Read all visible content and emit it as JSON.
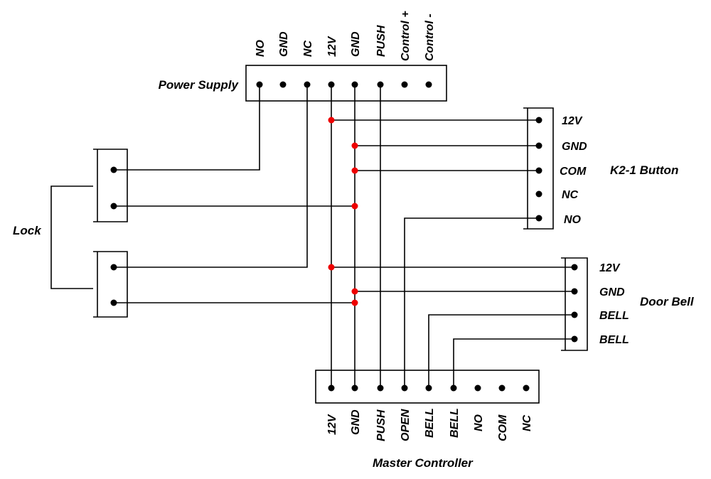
{
  "power_supply": {
    "title": "Power Supply",
    "pins": [
      "NO",
      "GND",
      "NC",
      "12V",
      "GND",
      "PUSH",
      "Control +",
      "Control -"
    ]
  },
  "k2_button": {
    "title": "K2-1 Button",
    "pins": [
      "12V",
      "GND",
      "COM",
      "NC",
      "NO"
    ]
  },
  "door_bell": {
    "title": "Door Bell",
    "pins": [
      "12V",
      "GND",
      "BELL",
      "BELL"
    ]
  },
  "lock": {
    "title": "Lock"
  },
  "master_controller": {
    "title": "Master Controller",
    "pins": [
      "12V",
      "GND",
      "PUSH",
      "OPEN",
      "BELL",
      "BELL",
      "NO",
      "COM",
      "NC"
    ]
  },
  "colors": {
    "wire": "#000000",
    "junction": "#ee0000"
  }
}
